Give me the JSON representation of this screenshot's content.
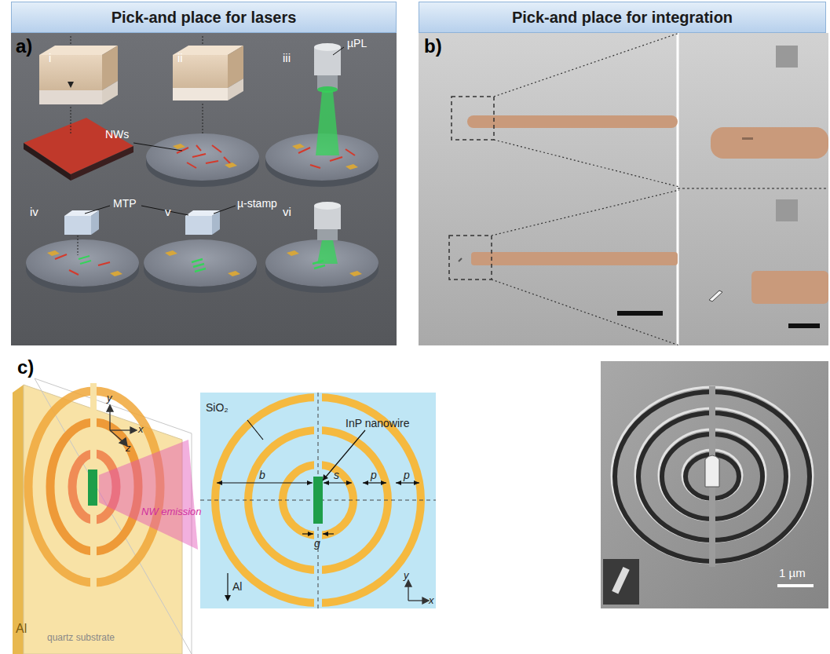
{
  "diagram": {
    "nodes": [
      {
        "text": [
          "Pick-and place for lasers"
        ]
      },
      {
        "text": [
          "Pick-and place for integration"
        ]
      }
    ],
    "labels": [
      "a)",
      "i",
      "ii",
      "iii",
      "NWs",
      "µPL",
      "iv",
      "MTP",
      "µ-stamp",
      "v",
      "vi",
      "b)",
      "c)",
      "Al",
      "quartz substrate",
      "y",
      "x",
      "z",
      "NW emission",
      "SiO₂",
      "InP nanowire",
      "b",
      "s",
      "p",
      "p",
      "g",
      "Al",
      "y",
      "x",
      "1 µm"
    ]
  }
}
